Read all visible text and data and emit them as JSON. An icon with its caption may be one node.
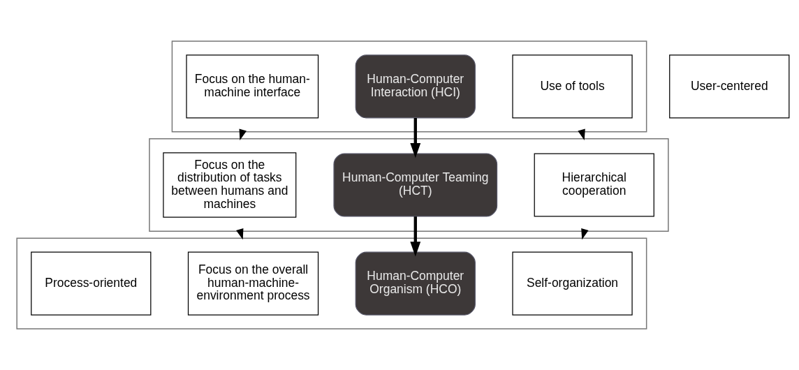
{
  "diagram": {
    "nodes": [
      {
        "text": [],
        "shape": "box"
      },
      {
        "text": [
          "Use of tools"
        ],
        "in": 0
      },
      {
        "text": [
          "Human-Computer Interaction (HCI)"
        ],
        "in": 0
      },
      {
        "text": [
          "Focus on the human-machine interface"
        ],
        "in": 0
      },
      {
        "text": [
          "User-centered"
        ]
      },
      {
        "text": [],
        "shape": "box"
      },
      {
        "text": [
          "Hierarchical cooperation"
        ],
        "in": 5
      },
      {
        "text": [
          "Human-Computer Teaming (HCT)"
        ],
        "in": 5
      },
      {
        "text": [
          "Focus on the distribution of tasks between humans and machines"
        ],
        "in": 5
      },
      {
        "text": [],
        "shape": "box"
      },
      {
        "text": [
          "Self-organization"
        ],
        "in": 9
      },
      {
        "text": [
          "Human-Computer Organism (HCO)"
        ],
        "in": 9
      },
      {
        "text": [
          "Focus on the overall human-machine-environment process"
        ],
        "in": 9
      },
      {
        "text": [
          "Process-oriented"
        ],
        "in": 9
      }
    ],
    "edges": [
      {
        "from": 0,
        "to": 5,
        "arrow": "to"
      },
      {
        "from": 2,
        "to": 7,
        "arrow": "to",
        "style": "thick"
      },
      {
        "from": 0,
        "to": 5,
        "arrow": "to"
      },
      {
        "from": 5,
        "to": 9,
        "arrow": "to"
      },
      {
        "from": 7,
        "to": 11,
        "arrow": "to",
        "style": "thick"
      },
      {
        "from": 5,
        "to": 9,
        "arrow": "to"
      }
    ]
  }
}
